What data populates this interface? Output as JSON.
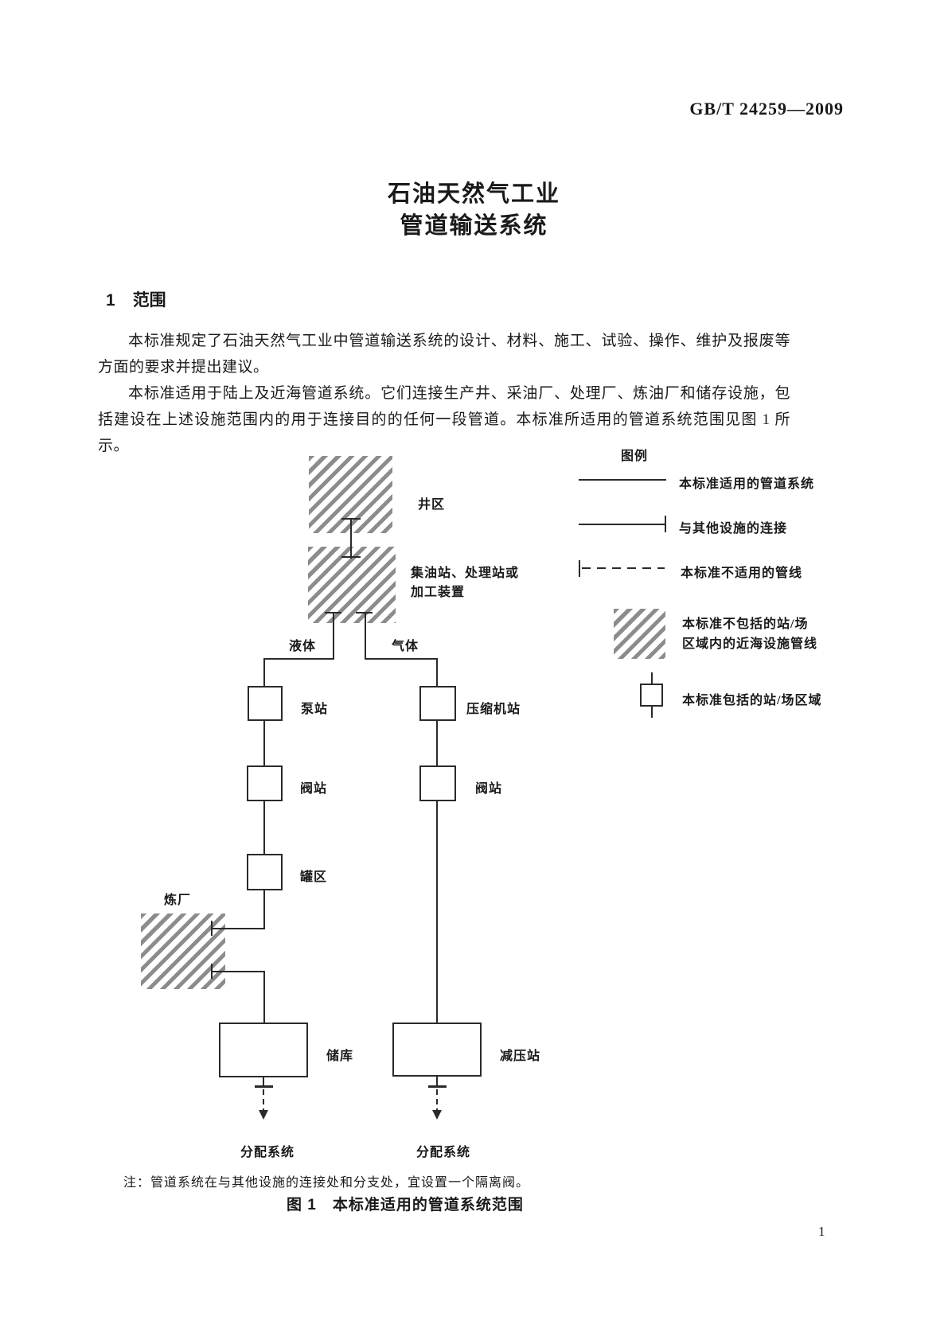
{
  "document": {
    "standard_number": "GB/T 24259—2009",
    "title_line1": "石油天然气工业",
    "title_line2": "管道输送系统",
    "section_number": "1",
    "section_title": "范围",
    "paragraph1": "本标准规定了石油天然气工业中管道输送系统的设计、材料、施工、试验、操作、维护及报废等方面的要求并提出建议。",
    "paragraph2": "本标准适用于陆上及近海管道系统。它们连接生产井、采油厂、处理厂、炼油厂和储存设施，包括建设在上述设施范围内的用于连接目的的任何一段管道。本标准所适用的管道系统范围见图 1 所示。",
    "note": "注：管道系统在与其他设施的连接处和分支处，宜设置一个隔离阀。",
    "figure_caption": "图 1　本标准适用的管道系统范围",
    "page_number": "1"
  },
  "diagram": {
    "nodes": {
      "well_area": "井区",
      "gathering_line1": "集油站、处理站或",
      "gathering_line2": "加工装置",
      "liquid": "液体",
      "gas": "气体",
      "pump_station": "泵站",
      "compressor_station": "压缩机站",
      "valve_station_left": "阀站",
      "valve_station_right": "阀站",
      "tank_area": "罐区",
      "refinery": "炼厂",
      "storage_depot": "储库",
      "pressure_reduction_station": "减压站",
      "distribution_left": "分配系统",
      "distribution_right": "分配系统"
    },
    "legend": {
      "title": "图例",
      "item1": "本标准适用的管道系统",
      "item2": "与其他设施的连接",
      "item3": "本标准不适用的管线",
      "item4_line1": "本标准不包括的站/场",
      "item4_line2": "区域内的近海设施管线",
      "item5": "本标准包括的站/场区域"
    }
  },
  "colors": {
    "text": "#1a1a1a",
    "line": "#2a2a2a",
    "hatch_stripe": "#8c8c8c",
    "background": "#ffffff"
  }
}
